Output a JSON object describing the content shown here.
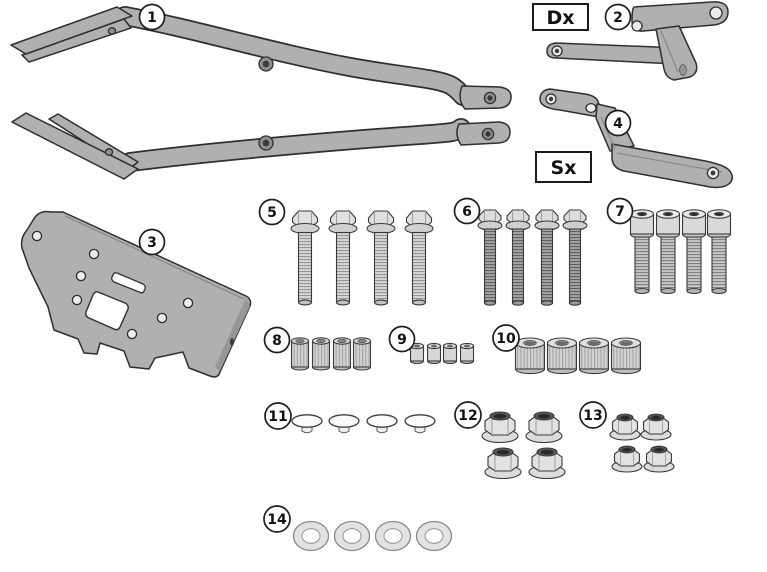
{
  "diagram": {
    "type": "assembly-parts-exploded-diagram",
    "background_color": "#ffffff",
    "colors": {
      "part_fill": "#b0b0b0",
      "outline": "#2f2f2f",
      "metal_light": "#d8d8d8",
      "metal_dark": "#a8a8a8",
      "lock_insert_dark": "#2b2b2b",
      "callout_fill": "#ffffff",
      "label_text": "#111111"
    },
    "side_labels": {
      "right": "Dx",
      "left": "Sx"
    },
    "parts": [
      {
        "number": "1",
        "description": "side frame rail arms (pair)",
        "quantity": 2
      },
      {
        "number": "2",
        "description": "right-hand (Dx) support bracket",
        "quantity": 1
      },
      {
        "number": "3",
        "description": "rear mounting plate",
        "quantity": 1
      },
      {
        "number": "4",
        "description": "left-hand (Sx) support bracket",
        "quantity": 1
      },
      {
        "number": "5",
        "description": "hex flange-head screws",
        "quantity": 4
      },
      {
        "number": "6",
        "description": "long hex flange-head screws",
        "quantity": 4
      },
      {
        "number": "7",
        "description": "socket-head cap screws",
        "quantity": 4
      },
      {
        "number": "8",
        "description": "medium knurled spacer bushings",
        "quantity": 4
      },
      {
        "number": "9",
        "description": "small spacer bushings",
        "quantity": 4
      },
      {
        "number": "10",
        "description": "large knurled spacer bushings",
        "quantity": 4
      },
      {
        "number": "11",
        "description": "plastic cover caps",
        "quantity": 4
      },
      {
        "number": "12",
        "description": "large flanged lock nuts",
        "quantity": 4
      },
      {
        "number": "13",
        "description": "small flanged lock nuts",
        "quantity": 4
      },
      {
        "number": "14",
        "description": "flat washers",
        "quantity": 4
      }
    ]
  }
}
